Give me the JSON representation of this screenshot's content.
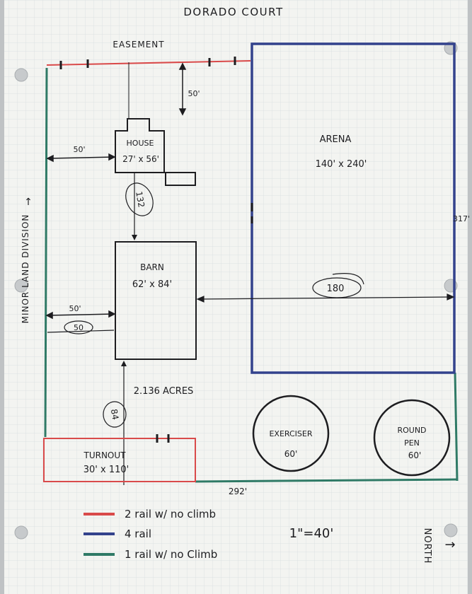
{
  "title": "DORADO COURT",
  "side_label": "MINOR LAND DIVISION",
  "side_arrow": "↑",
  "easement": "EASEMENT",
  "scale": "1\"=40'",
  "north_label": "NORTH",
  "north_arrow": "→",
  "colors": {
    "two_rail": "#d94a4a",
    "four_rail": "#33428c",
    "one_rail": "#2f7a66",
    "ink": "#1d1d20",
    "paper": "#f3f4f1",
    "grid": "#d8dde0"
  },
  "house": {
    "name": "HOUSE",
    "size": "27' x 56'"
  },
  "barn": {
    "name": "BARN",
    "size": "62' x 84'"
  },
  "arena": {
    "name": "ARENA",
    "size": "140' x 240'"
  },
  "turnout": {
    "name": "TURNOUT",
    "size": "30' x 110'"
  },
  "exerciser": {
    "name": "EXERCISER",
    "size": "60'"
  },
  "round_pen": {
    "name_line1": "ROUND",
    "name_line2": "PEN",
    "size": "60'"
  },
  "acres": "2.136 ACRES",
  "dimensions": {
    "house_setback_top": "50'",
    "house_setback_left": "50'",
    "house_barn_gap": "132",
    "barn_setback_left": "50'",
    "barn_setback_left_circled": "50",
    "barn_arena_gap": "180",
    "barn_turnout_gap": "84",
    "right_edge": "317'",
    "bottom_edge": "292'"
  },
  "legend": [
    {
      "label": "2 rail w/ no climb",
      "color": "#d94a4a"
    },
    {
      "label": "4 rail",
      "color": "#33428c"
    },
    {
      "label": "1 rail w/ no Climb",
      "color": "#2f7a66"
    }
  ]
}
